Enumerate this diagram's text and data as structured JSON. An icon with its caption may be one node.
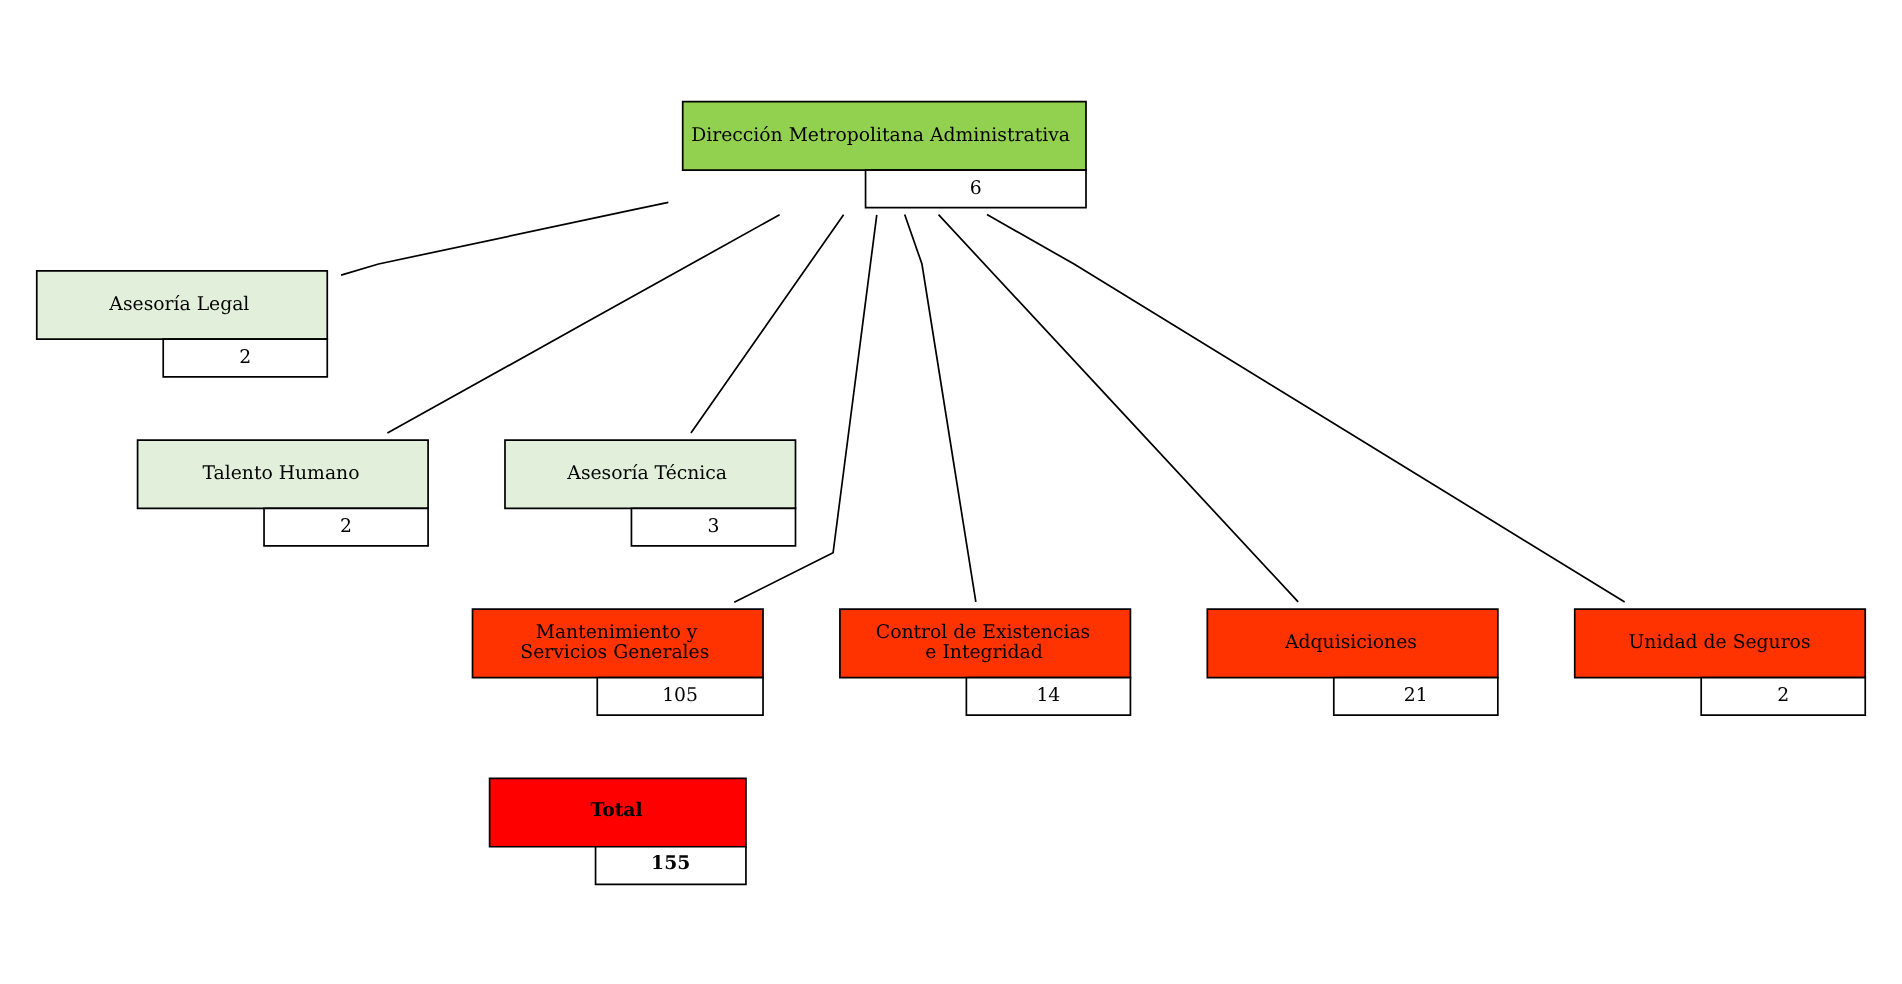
{
  "diagram": {
    "nodes": [
      {
        "text": [
          "Dirección Metropolitana Administrativa"
        ],
        "beside": [
          "6"
        ]
      },
      {
        "text": [
          "Asesoría Legal"
        ],
        "beside": [
          "2"
        ]
      },
      {
        "text": [
          "Talento Humano"
        ],
        "beside": [
          "2"
        ]
      },
      {
        "text": [
          "Asesoría Técnica"
        ],
        "beside": [
          "3"
        ]
      },
      {
        "text": [
          "Mantenimiento y Servicios Generales"
        ],
        "beside": [
          "105"
        ]
      },
      {
        "text": [
          "Control de Existencias e Integridad"
        ],
        "beside": [
          "14"
        ]
      },
      {
        "text": [
          "Adquisiciones"
        ],
        "beside": [
          "21"
        ]
      },
      {
        "text": [
          "Unidad de Seguros"
        ],
        "beside": [
          "2"
        ]
      },
      {
        "text": [
          "Total"
        ],
        "beside": [
          "155"
        ]
      }
    ],
    "edges": [
      {
        "from": 0,
        "to": 1,
        "arrow": "none"
      },
      {
        "from": 0,
        "to": 2,
        "arrow": "none"
      },
      {
        "from": 0,
        "to": 3,
        "arrow": "none"
      },
      {
        "from": 0,
        "to": 4,
        "arrow": "none"
      },
      {
        "from": 0,
        "to": 5,
        "arrow": "none"
      },
      {
        "from": 0,
        "to": 6,
        "arrow": "none"
      },
      {
        "from": 0,
        "to": 7,
        "arrow": "none"
      }
    ]
  }
}
